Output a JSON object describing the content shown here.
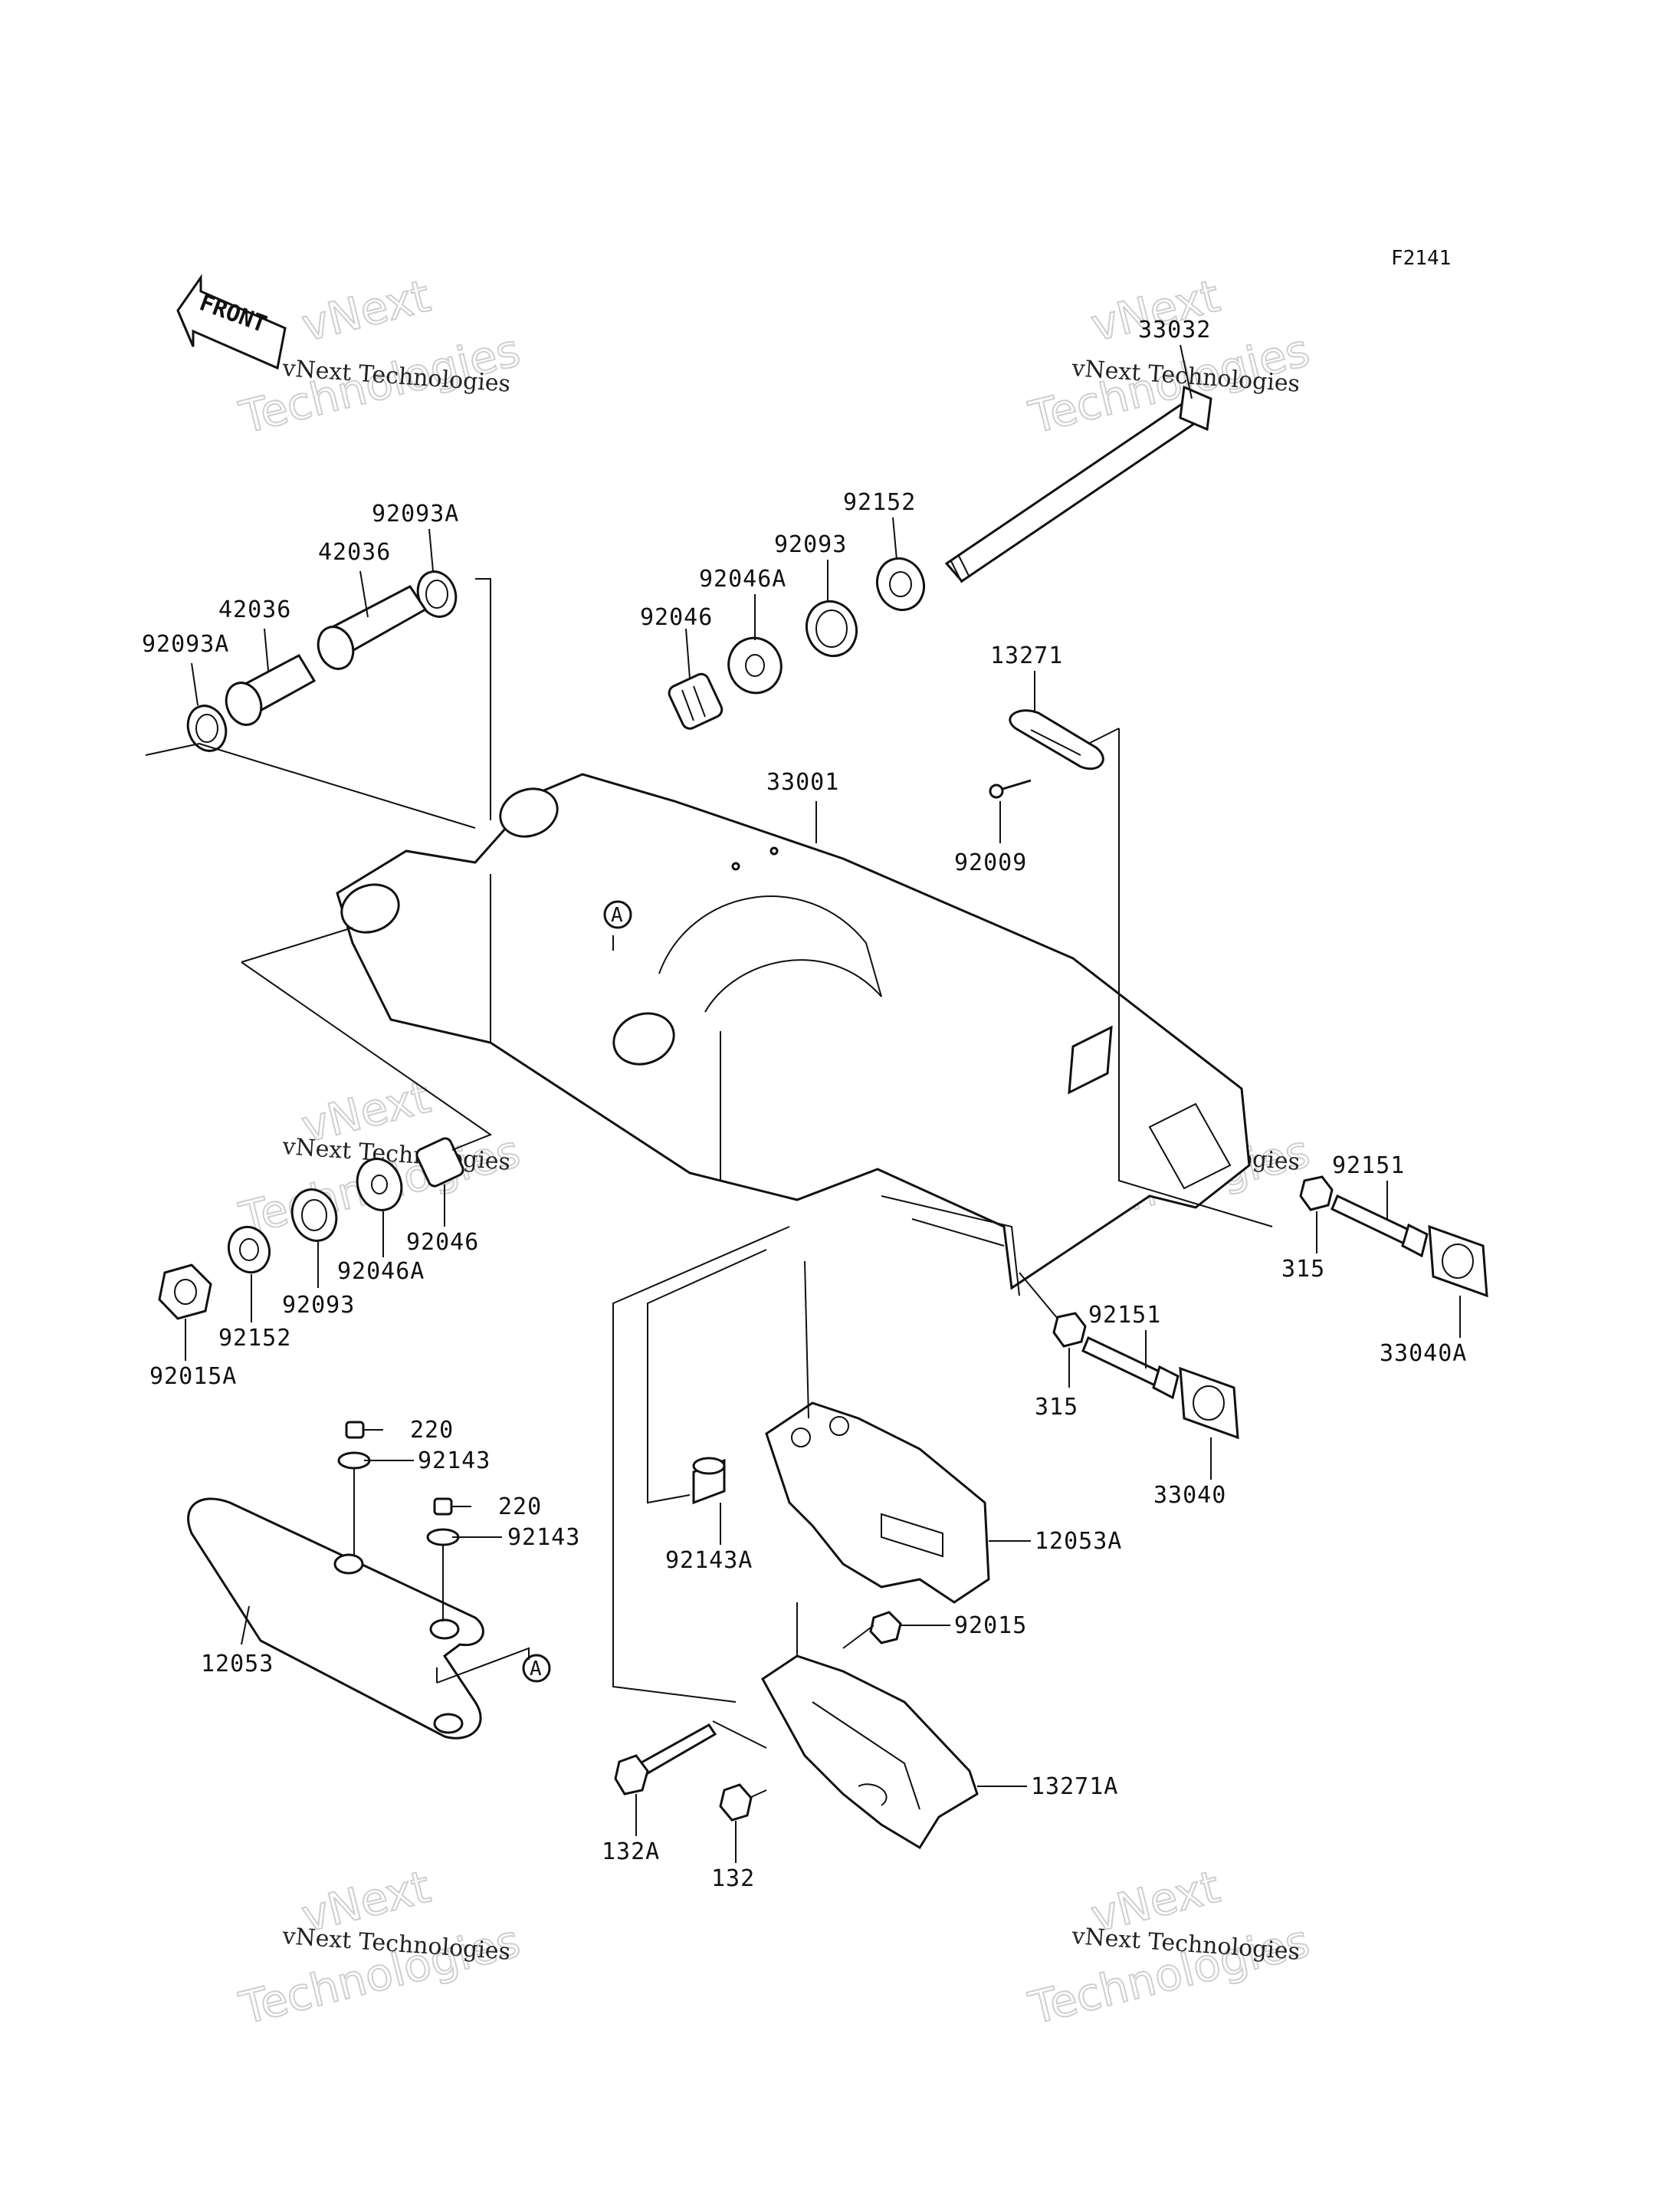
{
  "figure_code": "F2141",
  "front_label": "FRONT",
  "ref_marker": "A",
  "watermark": {
    "line1": "vNext Technologies",
    "line2": "Technologies",
    "line3": "vNext"
  },
  "callouts": [
    {
      "id": "33032",
      "text": "33032"
    },
    {
      "id": "92152-top",
      "text": "92152"
    },
    {
      "id": "92093-top",
      "text": "92093"
    },
    {
      "id": "92046A-top",
      "text": "92046A"
    },
    {
      "id": "92046-top",
      "text": "92046"
    },
    {
      "id": "92093A-top",
      "text": "92093A"
    },
    {
      "id": "42036-upper",
      "text": "42036"
    },
    {
      "id": "42036-lower",
      "text": "42036"
    },
    {
      "id": "92093A-left",
      "text": "92093A"
    },
    {
      "id": "13271",
      "text": "13271"
    },
    {
      "id": "92009",
      "text": "92009"
    },
    {
      "id": "33001",
      "text": "33001"
    },
    {
      "id": "92151-right",
      "text": "92151"
    },
    {
      "id": "315-right",
      "text": "315"
    },
    {
      "id": "33040A",
      "text": "33040A"
    },
    {
      "id": "92151-mid",
      "text": "92151"
    },
    {
      "id": "315-mid",
      "text": "315"
    },
    {
      "id": "33040",
      "text": "33040"
    },
    {
      "id": "92046-left",
      "text": "92046"
    },
    {
      "id": "92046A-left",
      "text": "92046A"
    },
    {
      "id": "92093-left",
      "text": "92093"
    },
    {
      "id": "92152-left",
      "text": "92152"
    },
    {
      "id": "92015A",
      "text": "92015A"
    },
    {
      "id": "220-upper",
      "text": "220"
    },
    {
      "id": "92143-upper",
      "text": "92143"
    },
    {
      "id": "220-lower",
      "text": "220"
    },
    {
      "id": "92143-lower",
      "text": "92143"
    },
    {
      "id": "12053",
      "text": "12053"
    },
    {
      "id": "92143A",
      "text": "92143A"
    },
    {
      "id": "12053A",
      "text": "12053A"
    },
    {
      "id": "92015",
      "text": "92015"
    },
    {
      "id": "13271A",
      "text": "13271A"
    },
    {
      "id": "132A",
      "text": "132A"
    },
    {
      "id": "132",
      "text": "132"
    }
  ]
}
